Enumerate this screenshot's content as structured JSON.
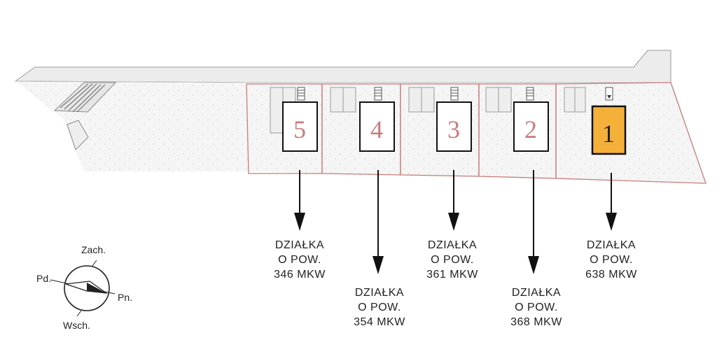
{
  "colors": {
    "boundary": "#c97b7b",
    "number_text": "#c97b7b",
    "highlight_fill": "#f5b03a",
    "highlight_text": "#222222",
    "house_stroke": "#111111",
    "arrow": "#111111",
    "land_fill": "#f4f4f4",
    "road_fill": "#ececec",
    "road_stroke": "#9a9a9a"
  },
  "plots": [
    {
      "id": "5",
      "number": "5",
      "label_line1": "DZIAŁKA",
      "label_line2": "O POW.",
      "label_line3": "346 MKW",
      "highlighted": false
    },
    {
      "id": "4",
      "number": "4",
      "label_line1": "DZIAŁKA",
      "label_line2": "O POW.",
      "label_line3": "354 MKW",
      "highlighted": false
    },
    {
      "id": "3",
      "number": "3",
      "label_line1": "DZIAŁKA",
      "label_line2": "O POW.",
      "label_line3": "361 MKW",
      "highlighted": false
    },
    {
      "id": "2",
      "number": "2",
      "label_line1": "DZIAŁKA",
      "label_line2": "O POW.",
      "label_line3": "368 MKW",
      "highlighted": false
    },
    {
      "id": "1",
      "number": "1",
      "label_line1": "DZIAŁKA",
      "label_line2": "O POW.",
      "label_line3": "638 MKW",
      "highlighted": true
    }
  ],
  "compass": {
    "north": "Pn.",
    "south": "Pd.",
    "west": "Zach.",
    "east": "Wsch."
  }
}
